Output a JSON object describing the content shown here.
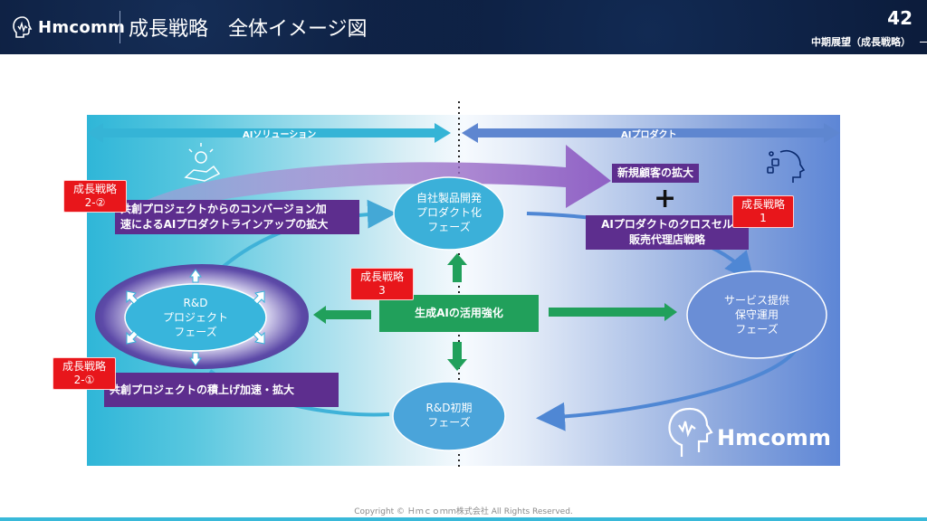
{
  "header": {
    "logo_text": "Hmcomm",
    "title": "成長戦略　全体イメージ図",
    "page_number": "42",
    "section": "中期展望（成長戦略）"
  },
  "diagram": {
    "left_band": "AIソリューション",
    "right_band": "AIプロダクト",
    "center_box": "生成AIの活用強化",
    "ellipses": {
      "product": [
        "自社製品開発",
        "プロダクト化",
        "フェーズ"
      ],
      "rnd": [
        "R&D",
        "プロジェクト",
        "フェーズ"
      ],
      "service": [
        "サービス提供",
        "保守運用",
        "フェーズ"
      ],
      "early": [
        "R&D初期",
        "フェーズ"
      ]
    },
    "boxes": {
      "new_customers": "新規顧客の拡大",
      "cross_sell": [
        "AIプロダクトのクロスセル",
        "販売代理店戦略"
      ],
      "conversion": [
        "共創プロジェクトからのコンバージョン加",
        "速によるAIプロダクトラインアップの拡大"
      ],
      "accumulate": "共創プロジェクトの積上げ加速・拡大"
    },
    "tags": {
      "s1": [
        "成長戦略",
        "1"
      ],
      "s2_2": [
        "成長戦略",
        "2-②"
      ],
      "s3": [
        "成長戦略",
        "3"
      ],
      "s2_1": [
        "成長戦略",
        "2-①"
      ]
    },
    "watermark": "Hmcomm",
    "plus": "+"
  },
  "footer": "Copyright © Ｈｍｃｏｍｍ株式会社 All Rights Reserved.",
  "colors": {
    "header_bg": "#0b1b3a",
    "purple": "#5d2e8e",
    "red": "#e8161b",
    "green": "#21a05b",
    "cyan": "#2fb6d8",
    "blue": "#5d86d6"
  }
}
